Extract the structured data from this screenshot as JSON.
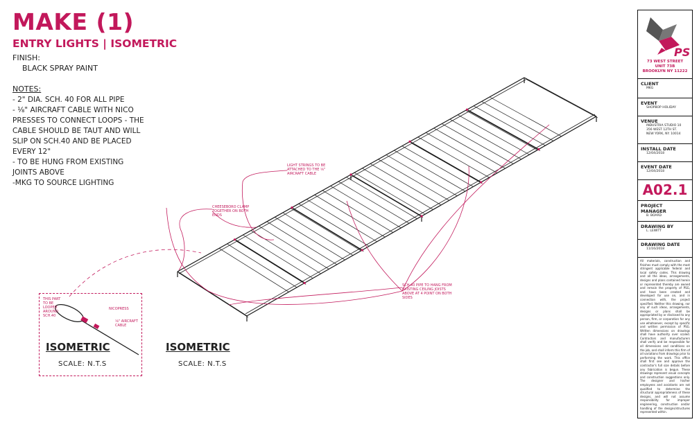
{
  "header": {
    "title": "MAKE (1)",
    "subtitle": "ENTRY LIGHTS | ISOMETRIC",
    "finish_label": "FINISH:",
    "finish_value": "BLACK SPRAY PAINT",
    "notes_label": "NOTES:",
    "notes": [
      "- 2\" DIA. SCH. 40 FOR ALL PIPE",
      "- ⅛\" AIRCRAFT CABLE WITH NICO",
      "PRESSES TO CONNECT LOOPS - THE",
      "CABLE SHOULD BE TAUT AND WILL",
      "SLIP ON SCH.40 AND BE PLACED",
      "EVERY 12\"",
      "- TO BE HUNG FROM EXISTING",
      "JOINTS ABOVE",
      "-MKG TO SOURCE LIGHTING"
    ]
  },
  "annotations": {
    "light_strings": "LIGHT STRINGS TO BE ATTACHED TO THE ⅛\" AIRCRAFT CABLE",
    "cheeseboro": "CHEESEBORO CLAMP TOGETHER ON BOTH ENDS",
    "sch40_hang": "SCH.40 PIPE TO HANG FROM EXISTING CEILING JOISTS ABOVE AT 4 POINT ON BOTH SIDES",
    "detail_loop": "THIS PART TO BE LOOPED AROUND SCH.40",
    "nicopress": "NICOPRESS",
    "aircraft_cable": "⅛\" AIRCRAFT CABLE"
  },
  "views": [
    {
      "label": "ISOMETRIC",
      "scale": "SCALE: N.T.S"
    },
    {
      "label": "ISOMETRIC",
      "scale": "SCALE: N.T.S"
    }
  ],
  "title_block": {
    "logo_text": "PS",
    "address": [
      "73 WEST STREET",
      "UNIT 73B",
      "BROOKLYN NY 11222"
    ],
    "client_label": "CLIENT",
    "client_value": "MKG",
    "event_label": "EVENT",
    "event_value": "SHOPBOP HOLIDAY",
    "venue_label": "VENUE",
    "venue_value": "INDUSTRIA STUDIO 10\n356 WEST 12TH ST.\nNEW YORK, NY. 10014",
    "install_label": "INSTALL DATE",
    "install_value": "12/04/2018",
    "event_date_label": "EVENT DATE",
    "event_date_value": "12/04/2018",
    "drawing_code": "A02.1",
    "pm_label": "PROJECT MANAGER",
    "pm_value": "B. BOARD",
    "drawn_label": "DRAWING BY",
    "drawn_value": "L. LEWITT",
    "date_label": "DRAWING DATE",
    "date_value": "11/16/2018",
    "legal": "All materials, construction and finishes must comply with the most stringent applicable federal and local safety codes. This drawing and all the ideas, arrangements, designs and plans contained herein or represented thereby are owned and remain the property of PSG, and have been created and developed for use on, and in connection with, the project specified. Neither this drawing, nor any of such ideas, arrangements, designs or plans shall be appropriated by or disclosed to any person, firm, or corporation for any use whatsoever, except by specific and written permission of PSG. Written dimensions on drawings shall have authority over scaled. Contractors and manufacturers shall verify and be responsible for all dimensions and conditions on the job, and shall inform this firm of all variations from drawings prior to performing the work. This office shall first see and approve the contractor's full size details before any fabrication is begun. These drawings represent visual concepts and construction suggestions only. The designer and his/her employees and assistants are not qualified to determine the structural appropriateness of these designs, and will not assume responsibility for improper engineering, construction and/or handling of the designs/structures represented within."
  },
  "colors": {
    "accent": "#c2185b",
    "line": "#1a1a1a"
  }
}
